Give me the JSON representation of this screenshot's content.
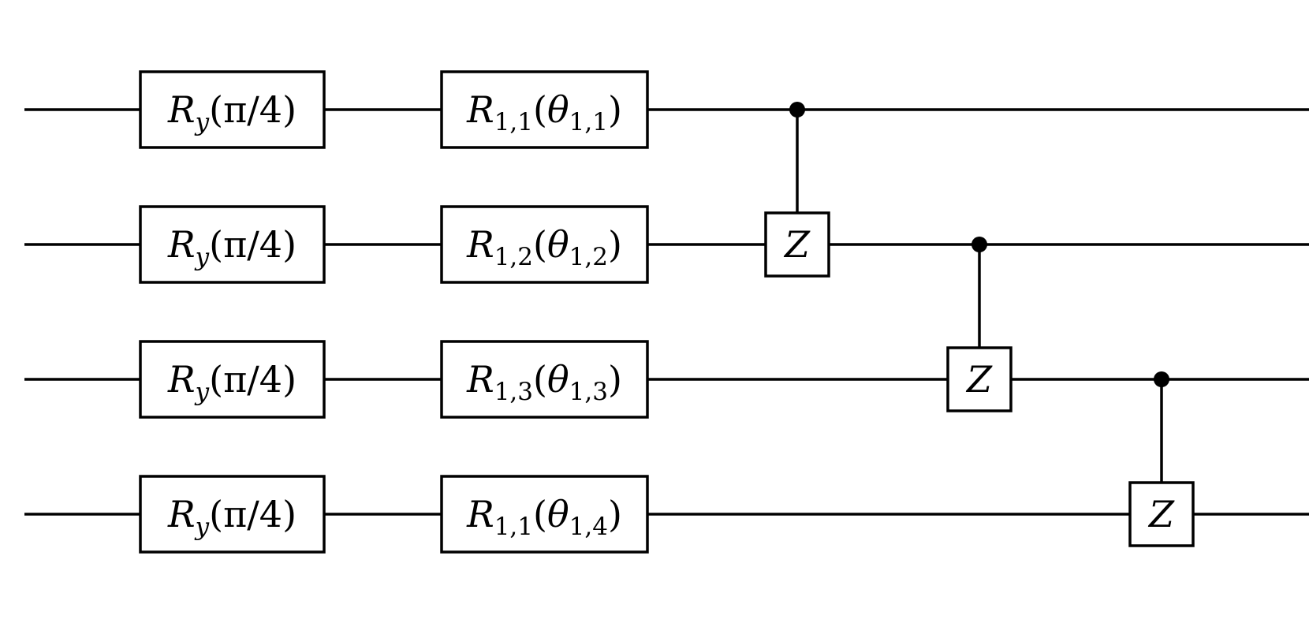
{
  "colors": {
    "ink": "#000000",
    "background": "#ffffff"
  },
  "circuit": {
    "qubits": 4,
    "columns": [
      {
        "gates": [
          {
            "qubit": 0,
            "name": "R",
            "sub": "y",
            "arg": "π/4",
            "argSub": ""
          },
          {
            "qubit": 1,
            "name": "R",
            "sub": "y",
            "arg": "π/4",
            "argSub": ""
          },
          {
            "qubit": 2,
            "name": "R",
            "sub": "y",
            "arg": "π/4",
            "argSub": ""
          },
          {
            "qubit": 3,
            "name": "R",
            "sub": "y",
            "arg": "π/4",
            "argSub": ""
          }
        ]
      },
      {
        "gates": [
          {
            "qubit": 0,
            "name": "R",
            "sub": "1,1",
            "arg": "θ",
            "argSub": "1,1"
          },
          {
            "qubit": 1,
            "name": "R",
            "sub": "1,2",
            "arg": "θ",
            "argSub": "1,2"
          },
          {
            "qubit": 2,
            "name": "R",
            "sub": "1,3",
            "arg": "θ",
            "argSub": "1,3"
          },
          {
            "qubit": 3,
            "name": "R",
            "sub": "1,1",
            "arg": "θ",
            "argSub": "1,4"
          }
        ]
      }
    ],
    "controlled_gates": [
      {
        "control": 0,
        "target": 1,
        "label": "Z"
      },
      {
        "control": 1,
        "target": 2,
        "label": "Z"
      },
      {
        "control": 2,
        "target": 3,
        "label": "Z"
      }
    ]
  }
}
